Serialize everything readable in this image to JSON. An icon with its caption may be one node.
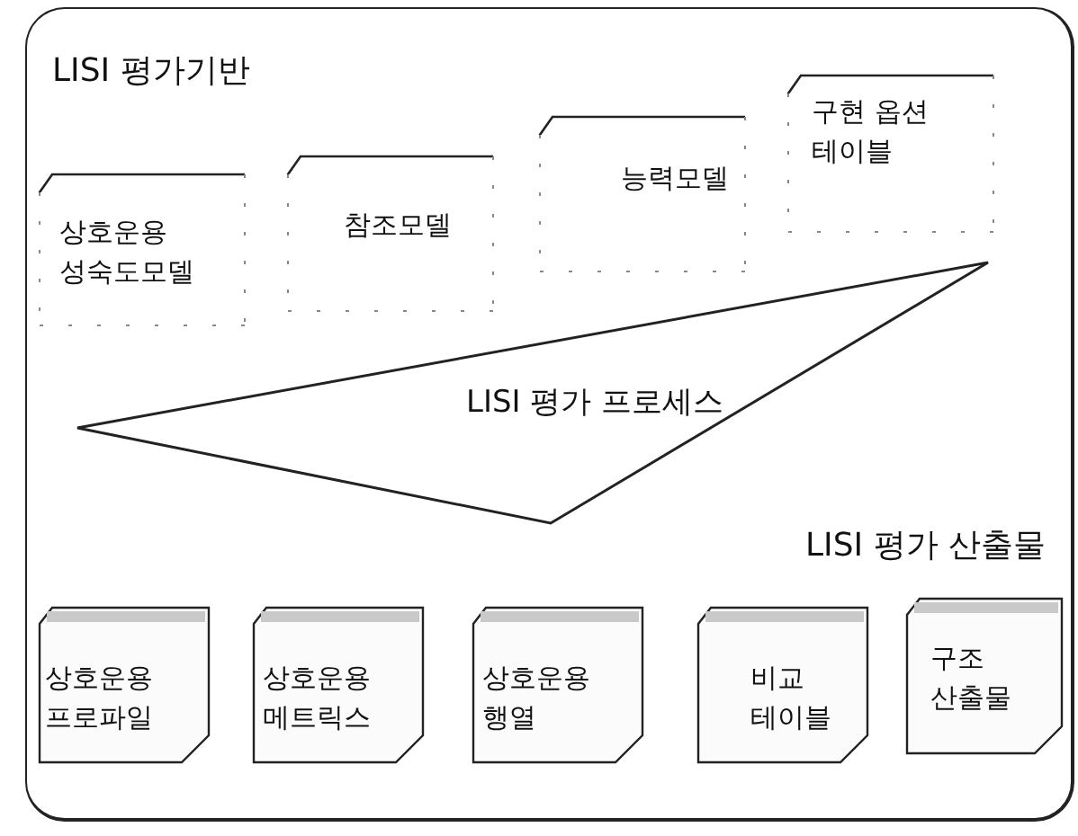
{
  "diagram": {
    "nodes": [
      {
        "text": [
          "LISI 평가기반"
        ]
      },
      {
        "text": [
          "상호운용 성숙도모델"
        ],
        "in": 0
      },
      {
        "text": [
          "참조모델"
        ],
        "in": 0
      },
      {
        "text": [
          "능력모델"
        ],
        "in": 0
      },
      {
        "text": [
          "구현 옵션 테이블"
        ],
        "in": 0
      },
      {
        "text": [
          "LISI 평가 프로세스"
        ],
        "in": 0
      },
      {
        "text": [
          "상호운용 프로파일"
        ],
        "in": 0
      },
      {
        "text": [
          "상호운용 메트릭스"
        ],
        "in": 0
      },
      {
        "text": [
          "상호운용 행열"
        ],
        "in": 0
      },
      {
        "text": [
          "비교 테이블"
        ],
        "in": 0
      },
      {
        "text": [
          "구조 산출물"
        ],
        "in": 0
      }
    ],
    "labels": [
      "LISI 평가 산출물"
    ]
  }
}
